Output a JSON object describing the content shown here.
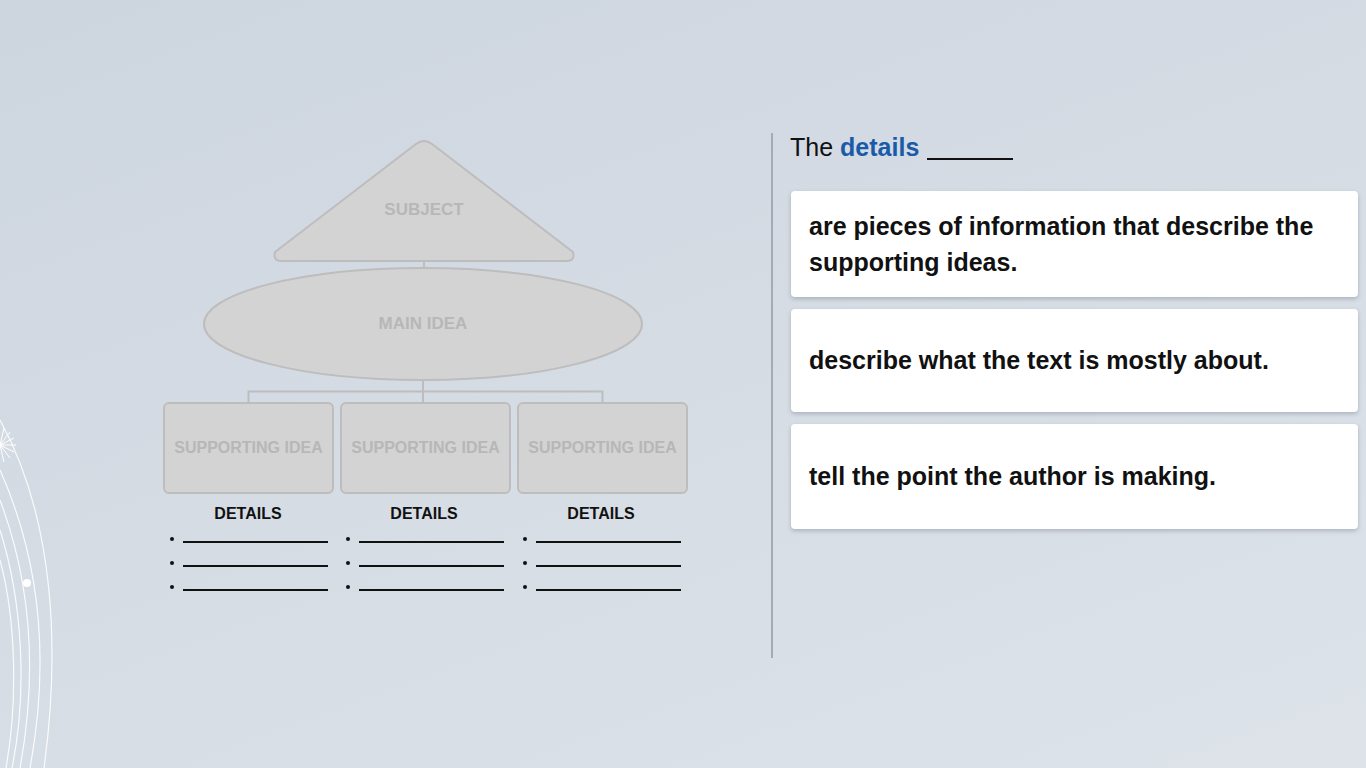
{
  "diagram": {
    "nodes": [
      {
        "text": [
          "SUBJECT"
        ]
      },
      {
        "text": [
          "MAIN IDEA"
        ]
      },
      {
        "text": [
          "SUPPORTING IDEA"
        ]
      },
      {
        "text": [
          "SUPPORTING IDEA"
        ]
      },
      {
        "text": [
          "SUPPORTING IDEA"
        ]
      },
      {
        "text": [
          "are pieces of information that describe the supporting ideas."
        ]
      },
      {
        "text": [
          "describe what the text is mostly about."
        ]
      },
      {
        "text": [
          "tell the point the author is making."
        ]
      }
    ],
    "edges": [
      {
        "from": 0,
        "to": 1,
        "arrow": "none"
      },
      {
        "from": 1,
        "to": 2,
        "arrow": "none"
      },
      {
        "from": 1,
        "to": 3,
        "arrow": "none"
      },
      {
        "from": 1,
        "to": 4,
        "arrow": "none"
      }
    ],
    "labels": [
      "DETAILS",
      "DETAILS",
      "DETAILS",
      "The",
      "details"
    ]
  }
}
